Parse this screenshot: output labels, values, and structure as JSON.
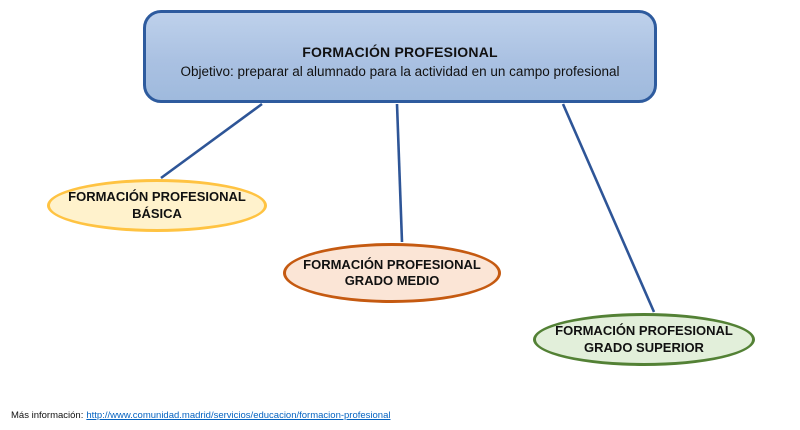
{
  "diagram": {
    "root": {
      "title": "FORMACIÓN PROFESIONAL",
      "subtitle": "Objetivo: preparar al alumnado para la actividad en un campo profesional",
      "fill_top": "#BED1EB",
      "fill_bottom": "#9FBADD",
      "border_color": "#2E5B9E"
    },
    "nodes": [
      {
        "id": "fp-basica",
        "line1": "FORMACIÓN PROFESIONAL",
        "line2": "BÁSICA",
        "fill": "#FFF2CC",
        "border_color": "#FFC342"
      },
      {
        "id": "fp-grado-medio",
        "line1": "FORMACIÓN PROFESIONAL",
        "line2": "GRADO MEDIO",
        "fill": "#FBE5D6",
        "border_color": "#C55A11"
      },
      {
        "id": "fp-grado-superior",
        "line1": "FORMACIÓN PROFESIONAL",
        "line2": "GRADO SUPERIOR",
        "fill": "#E2EFDA",
        "border_color": "#538135"
      }
    ],
    "connector_color": "#2E5597"
  },
  "footer": {
    "label": "Más información:",
    "link_text": "http://www.comunidad.madrid/servicios/educacion/formacion-profesional",
    "link_href": "http://www.comunidad.madrid/servicios/educacion/formacion-profesional",
    "link_color": "#0563C1"
  }
}
